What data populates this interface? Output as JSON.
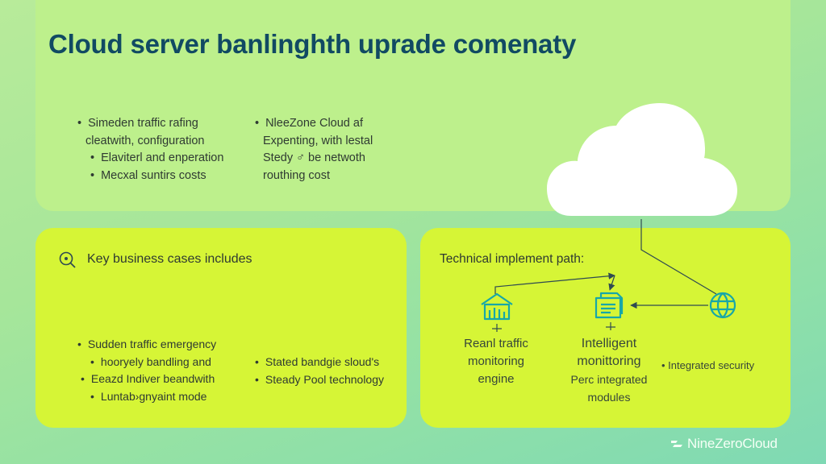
{
  "title": "Cloud server banlinghth uprade comenaty",
  "intro": {
    "col1": [
      "Simeden traffic rafing",
      "cleatwith, configuration",
      "Elaviterl and enperation",
      "Mecxal suntirs costs"
    ],
    "col2": [
      "NleeZone Cloud af",
      "Expenting, with lestal",
      "Stedy ♂ be netwoth",
      "routhing cost"
    ]
  },
  "business": {
    "heading": "Key business cases includes",
    "col1": [
      "Sudden traffic emergency",
      "hooryely bandling and",
      "Eeazd Indiver beandwith",
      "Luntab›gnyaint mode"
    ],
    "col2": [
      "Stated bandgie sloud's",
      "Steady Pool technology"
    ]
  },
  "technical": {
    "heading": "Technical implement path:",
    "nodes": {
      "realtime": [
        "Reanl traffic",
        "monitoring",
        "engine"
      ],
      "intelligent": [
        "Intelligent",
        "monittoring",
        "Perc integrated",
        "modules"
      ],
      "security": "Integrated security"
    }
  },
  "brand": "NineZeroCloud",
  "colors": {
    "title": "#114a63",
    "panel_top": "#bdf08c",
    "panel_bottom": "#d6f536",
    "icon": "#17a7a8"
  }
}
